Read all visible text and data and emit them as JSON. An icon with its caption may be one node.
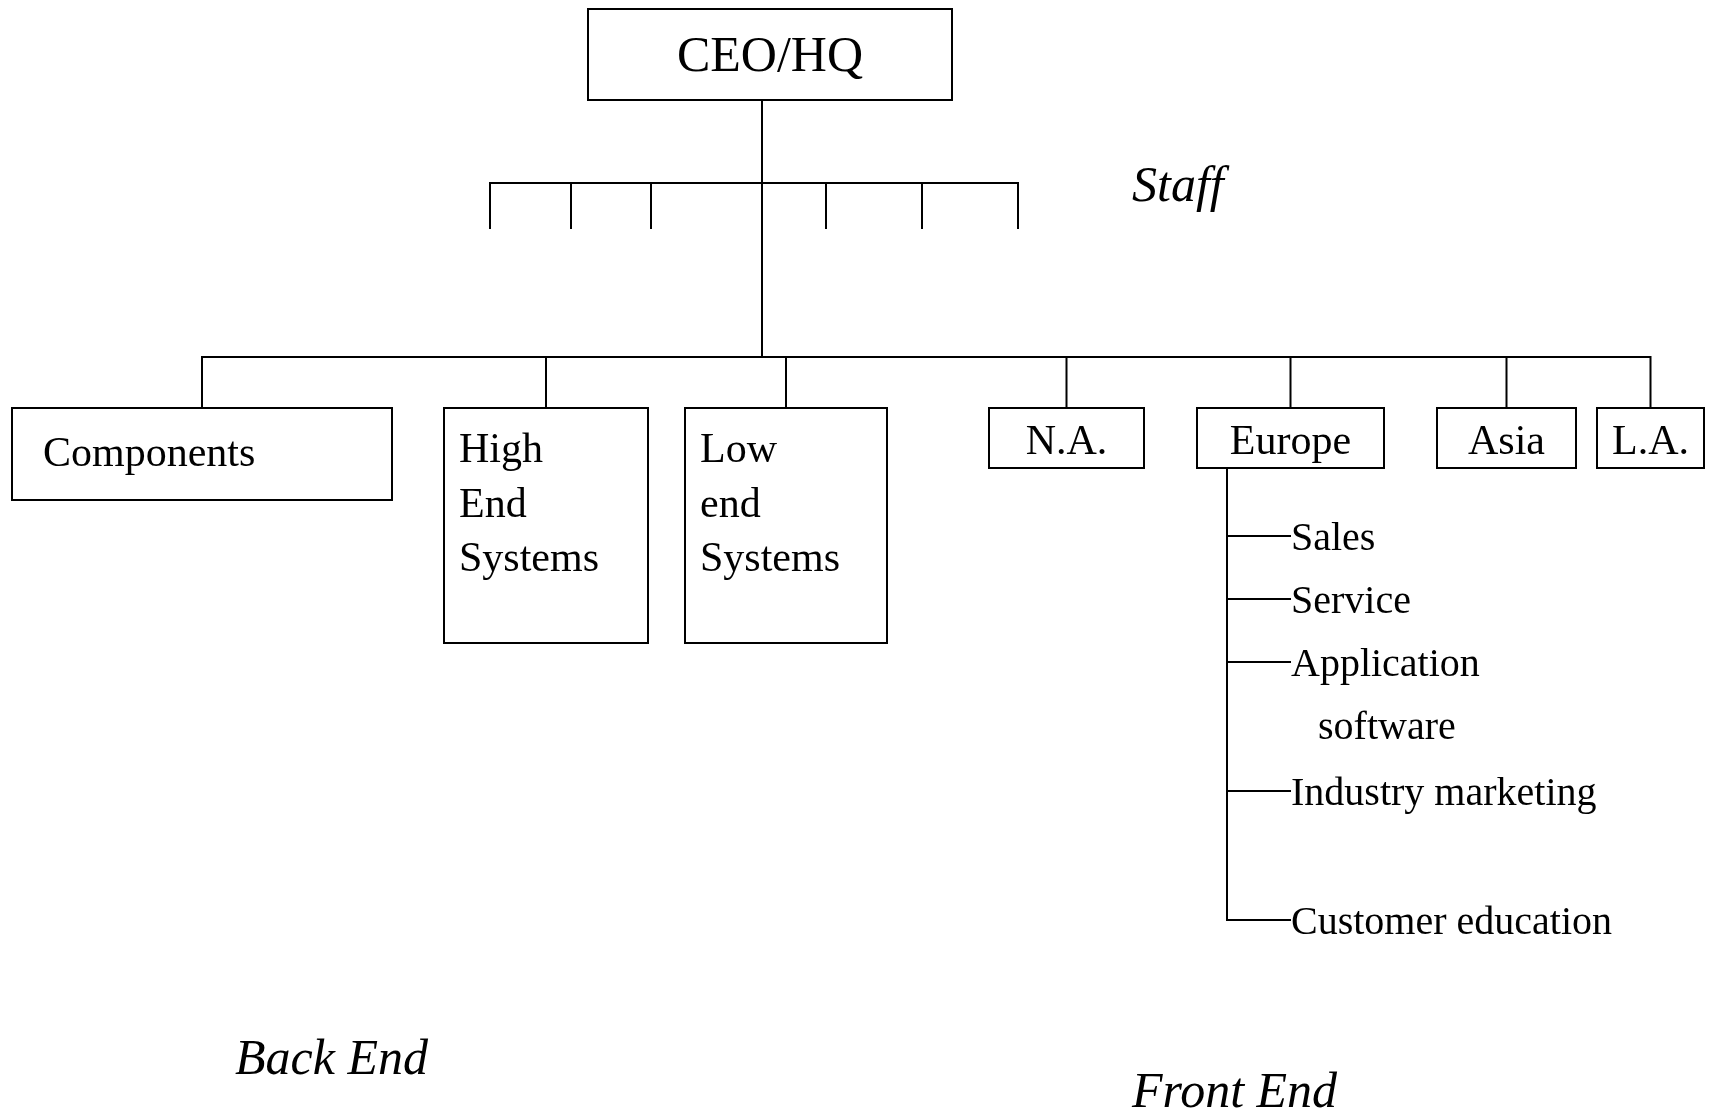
{
  "diagram": {
    "nodes": [
      {
        "text": [
          "CEO/HQ"
        ]
      },
      {
        "text": [
          "Components"
        ]
      },
      {
        "text": [
          "High End Systems"
        ]
      },
      {
        "text": [
          "Low end Systems"
        ]
      },
      {
        "text": [
          "N.A."
        ]
      },
      {
        "text": [
          "Europe"
        ]
      },
      {
        "text": [
          "Asia"
        ]
      },
      {
        "text": [
          "L.A."
        ]
      },
      {
        "text": [
          "Sales"
        ]
      },
      {
        "text": [
          "Service"
        ]
      },
      {
        "text": [
          "Application software"
        ]
      },
      {
        "text": [
          "Industry marketing"
        ]
      },
      {
        "text": [
          "Customer education"
        ]
      }
    ],
    "edges": [
      {
        "from": 0,
        "to": 1,
        "arrow": "none"
      },
      {
        "from": 0,
        "to": 2,
        "arrow": "none"
      },
      {
        "from": 0,
        "to": 3,
        "arrow": "none"
      },
      {
        "from": 0,
        "to": 4,
        "arrow": "none"
      },
      {
        "from": 0,
        "to": 5,
        "arrow": "none"
      },
      {
        "from": 0,
        "to": 6,
        "arrow": "none"
      },
      {
        "from": 0,
        "to": 7,
        "arrow": "none"
      },
      {
        "from": 5,
        "to": 8,
        "arrow": "none"
      },
      {
        "from": 5,
        "to": 9,
        "arrow": "none"
      },
      {
        "from": 5,
        "to": 10,
        "arrow": "none"
      },
      {
        "from": 5,
        "to": 11,
        "arrow": "none"
      },
      {
        "from": 5,
        "to": 12,
        "arrow": "none"
      },
      {
        "from": 0,
        "to": null,
        "arrow": "none"
      },
      {
        "from": 0,
        "to": null,
        "arrow": "none"
      },
      {
        "from": 0,
        "to": null,
        "arrow": "none"
      },
      {
        "from": 0,
        "to": null,
        "arrow": "none"
      },
      {
        "from": 0,
        "to": null,
        "arrow": "none"
      },
      {
        "from": 0,
        "to": null,
        "arrow": "none"
      }
    ],
    "labels": [
      "Staff",
      "Back End",
      "Front End"
    ]
  }
}
